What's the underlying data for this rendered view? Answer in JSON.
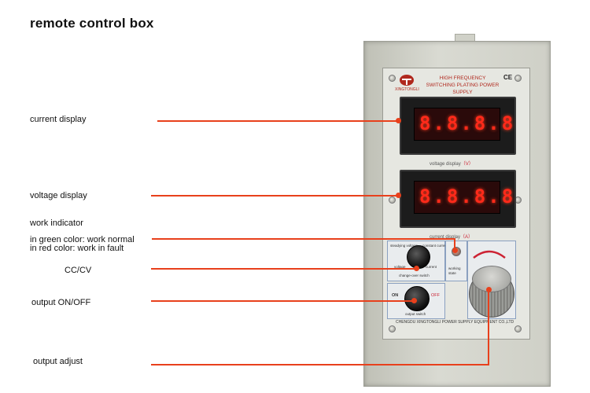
{
  "title": "remote control box",
  "labels": {
    "current_display": "current display",
    "voltage_display": "voltage display",
    "work_indicator": "work indicator",
    "green_color": "in green color: work normal",
    "red_color": "in red color: work in fault",
    "cc_cv": "CC/CV",
    "output_on_off": "output ON/OFF",
    "output_adjust": "output  adjust"
  },
  "device": {
    "brand": "XINGTONGLI",
    "product_line1": "HIGH FREQUENCY",
    "product_line2": "SWITCHING PLATING POWER SUPPLY",
    "ce_mark": "CE",
    "display_top_digits": "8.8.8.8",
    "display_bottom_digits": "8.8.8.8",
    "caption_top": "voltage display",
    "caption_top_unit": "（V）",
    "caption_bottom": "current display",
    "caption_bottom_unit": "（A）",
    "switch1_left": "steadying voltage",
    "switch1_right": "constant current",
    "switch1_left_short": "voltage",
    "switch1_right_short": "current",
    "switch1_name": "change-over switch",
    "led_label": "working state",
    "switch2_on": "ON",
    "switch2_off": "OFF",
    "switch2_name": "output switch",
    "footer": "CHENGDU XINGTONGLI POWER SUPPLY EQUIPMENT CO.,LTD"
  },
  "colors": {
    "callout_line": "#e8401c",
    "display_digits": "#ff2a1a",
    "brand_red": "#b0281d"
  }
}
